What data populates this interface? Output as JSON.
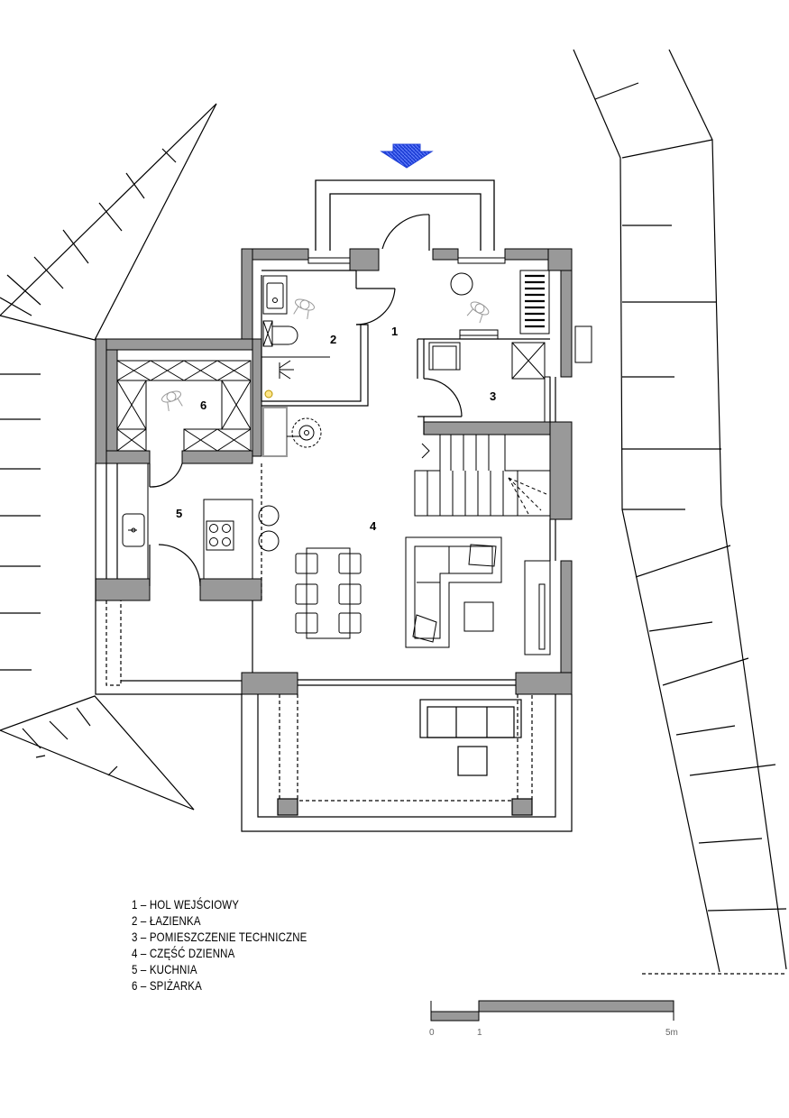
{
  "rooms": [
    {
      "num": "1",
      "name": "HOL WEJŚCIOWY"
    },
    {
      "num": "2",
      "name": "ŁAZIENKA"
    },
    {
      "num": "3",
      "name": "POMIESZCZENIE TECHNICZNE"
    },
    {
      "num": "4",
      "name": "CZĘŚĆ DZIENNA"
    },
    {
      "num": "5",
      "name": "KUCHNIA"
    },
    {
      "num": "6",
      "name": "SPIŻARKA"
    }
  ],
  "legend_separator": " – ",
  "scale": {
    "labels": [
      "0",
      "1",
      "5m"
    ]
  },
  "colors": {
    "wall": "#999999",
    "line": "#000000",
    "entrance_arrow": "#1f3fd6"
  }
}
